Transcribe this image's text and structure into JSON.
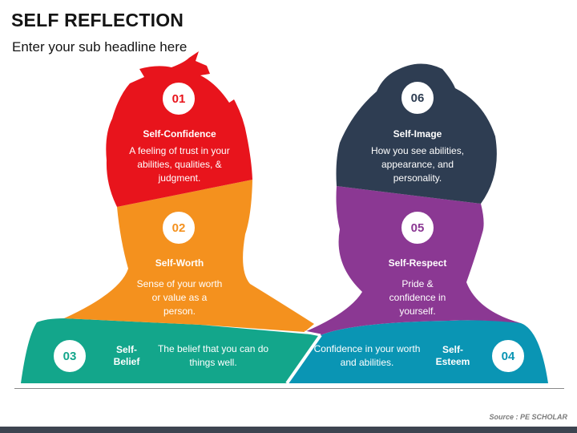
{
  "slide": {
    "title": "SELF REFLECTION",
    "subtitle": "Enter your sub headline here",
    "source": "Source : PE SCHOLAR"
  },
  "colors": {
    "red": "#e8141c",
    "orange": "#f4911e",
    "teal": "#13a68b",
    "blue": "#0a95b4",
    "purple": "#8b3893",
    "navy": "#2e3d52",
    "footer": "#3d4450"
  },
  "segments": [
    {
      "number": "01",
      "heading": "Self-Confidence",
      "description": "A feeling of trust in your abilities, qualities, & judgment."
    },
    {
      "number": "02",
      "heading": "Self-Worth",
      "description": "Sense of your worth or value as a person."
    },
    {
      "number": "03",
      "heading": "Self-Belief",
      "description": "The belief that you can do things well."
    },
    {
      "number": "04",
      "heading": "Self-Esteem",
      "description": "Confidence in your worth and abilities."
    },
    {
      "number": "05",
      "heading": "Self-Respect",
      "description": "Pride & confidence in yourself."
    },
    {
      "number": "06",
      "heading": "Self-Image",
      "description": "How you see abilities, appearance, and personality."
    }
  ]
}
